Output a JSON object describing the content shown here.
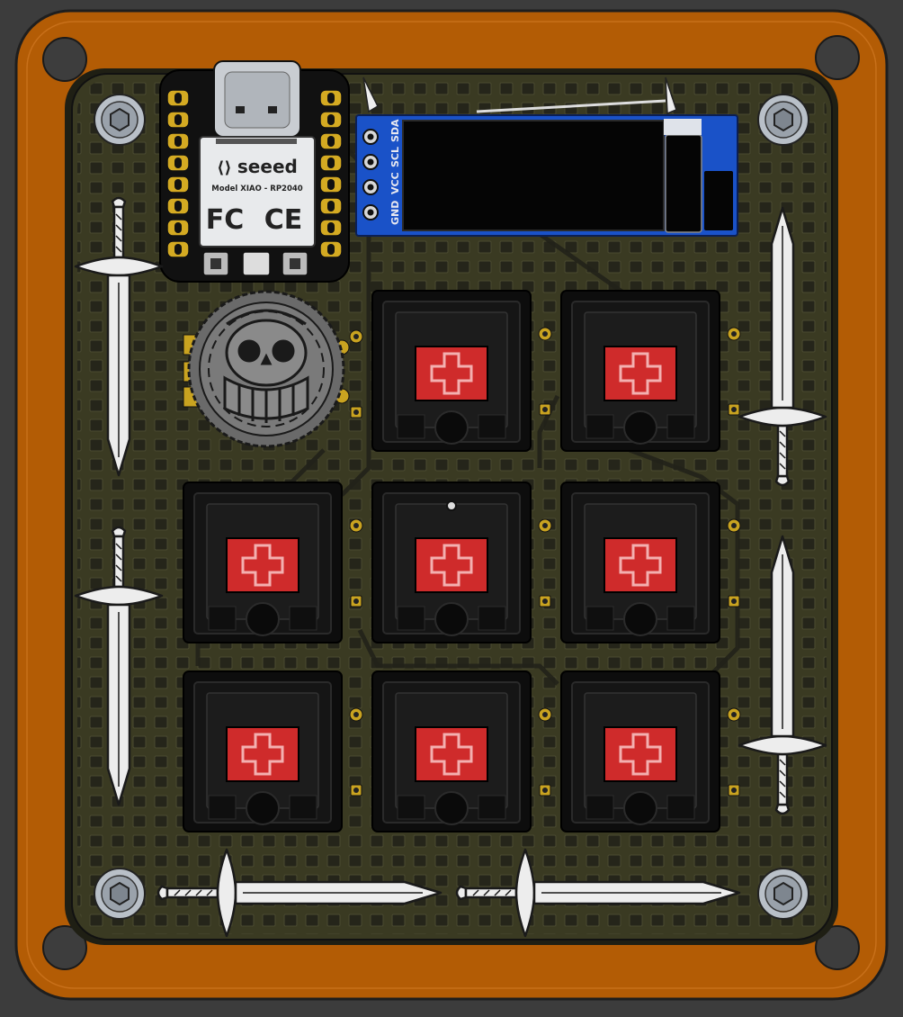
{
  "board": {
    "colors": {
      "background": "#3c3c3c",
      "case": "#b35c05",
      "case_edge": "#1e1e1e",
      "pcb": "#3a3a22",
      "pcb_pad": "#2a2a1a",
      "switch_housing": "#151515",
      "switch_stem": "#cf2b2b",
      "oled_pcb": "#1a52c8",
      "oled_screen": "#050505",
      "sword": "#ededed",
      "gold_pad": "#c9a320"
    },
    "microcontroller": {
      "brand": "seeed",
      "model": "Model XIAO - RP2040",
      "cert_fc": "FC",
      "cert_ce": "CE"
    },
    "oled": {
      "pins": [
        "GND",
        "VCC",
        "SCL",
        "SDA"
      ]
    },
    "switches": {
      "count": 8
    },
    "encoder": {
      "icon": "jolly-roger-knob-icon"
    },
    "decorations": {
      "icon": "sword-icon",
      "count": 6
    }
  }
}
